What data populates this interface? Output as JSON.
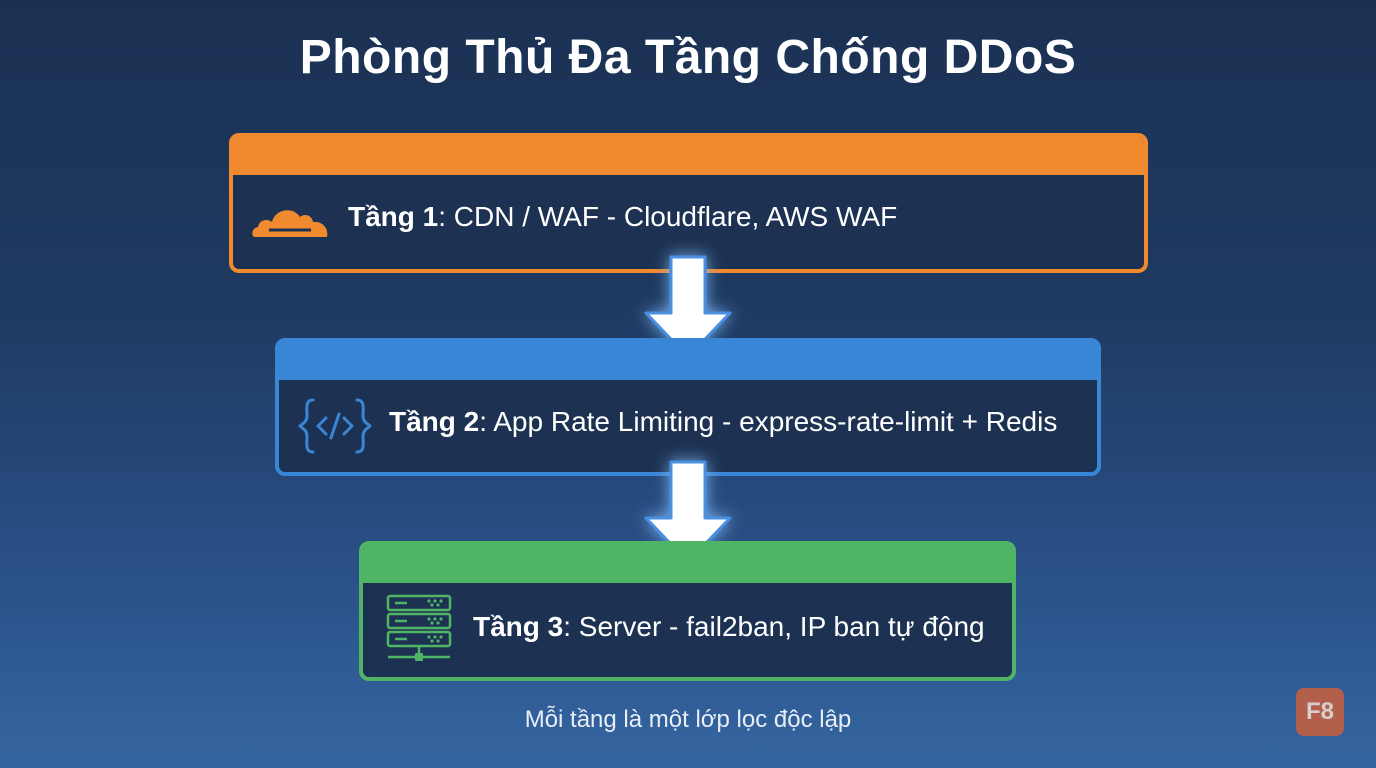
{
  "title": "Phòng Thủ Đa Tầng Chống DDoS",
  "layers": [
    {
      "name": "Tầng 1",
      "description": ": CDN / WAF - Cloudflare, AWS WAF",
      "icon": "cloud-icon",
      "color": "#f08a2e"
    },
    {
      "name": "Tầng 2",
      "description": ": App Rate Limiting - express-rate-limit + Redis",
      "icon": "code-icon",
      "color": "#3a86d6"
    },
    {
      "name": "Tầng 3",
      "description": ": Server - fail2ban, IP ban tự động",
      "icon": "server-icon",
      "color": "#4fb565"
    }
  ],
  "footer": "Mỗi tầng là một lớp lọc độc lập",
  "badge": "F8"
}
